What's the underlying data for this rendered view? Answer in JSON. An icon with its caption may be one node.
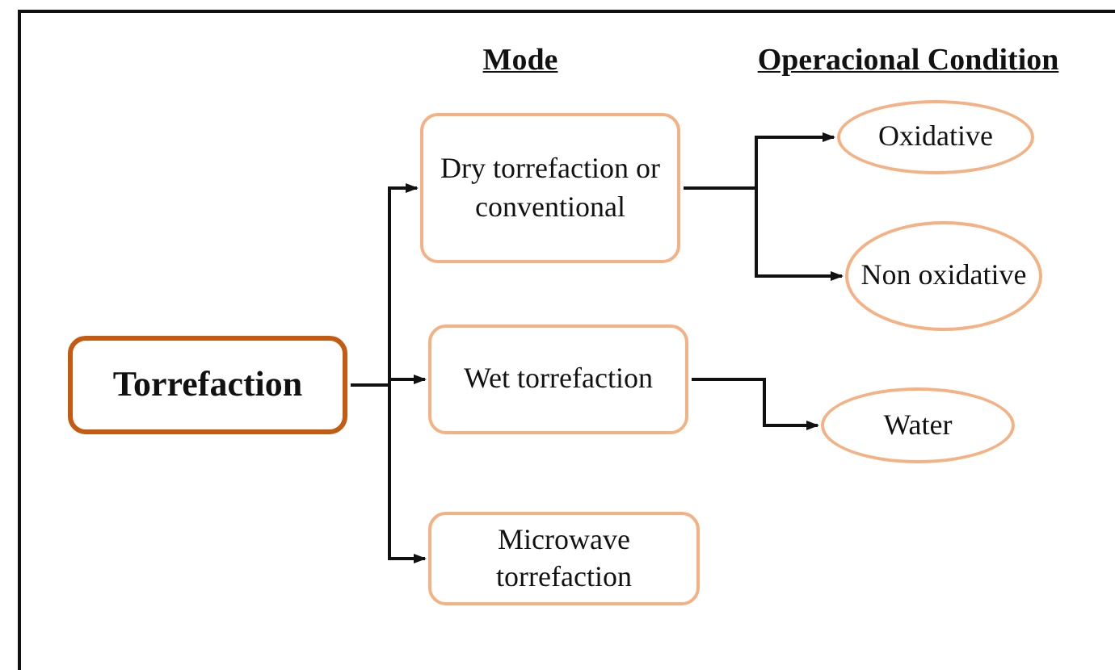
{
  "diagram": {
    "nodes": [
      {
        "text": [
          "Torrefaction"
        ]
      },
      {
        "text": [
          "Dry torrefaction or conventional"
        ]
      },
      {
        "text": [
          "Wet torrefaction"
        ]
      },
      {
        "text": [
          "Microwave torrefaction"
        ]
      },
      {
        "text": [
          "Oxidative"
        ]
      },
      {
        "text": [
          "Non oxidative"
        ]
      },
      {
        "text": [
          "Water"
        ]
      }
    ],
    "edges": [
      {
        "from": 0,
        "to": 1,
        "arrow": "to"
      },
      {
        "from": 0,
        "to": 2,
        "arrow": "to"
      },
      {
        "from": 0,
        "to": 3,
        "arrow": "to"
      },
      {
        "from": 1,
        "to": 4,
        "arrow": "to"
      },
      {
        "from": 1,
        "to": 5,
        "arrow": "to"
      },
      {
        "from": 2,
        "to": 6,
        "arrow": "to"
      }
    ],
    "labels": [
      "Mode",
      "Operacional Condition"
    ]
  }
}
